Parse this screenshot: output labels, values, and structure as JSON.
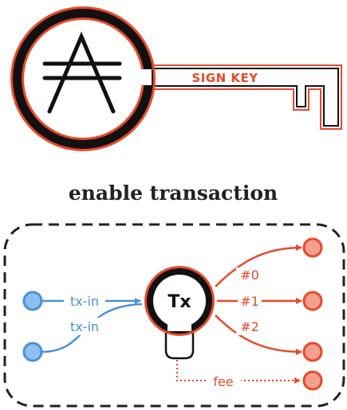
{
  "key": {
    "symbol": "cardano-ada-icon",
    "label": "SIGN KEY"
  },
  "caption": "enable transaction",
  "tx": {
    "label": "Tx",
    "inputs": [
      "tx-in",
      "tx-in"
    ],
    "outputs": [
      "#0",
      "#1",
      "#2"
    ],
    "fee_label": "fee"
  },
  "colors": {
    "accent": "#e8492a",
    "input": "#4a90d9",
    "input_fill": "#8fbef0",
    "output_fill": "#f5a08f",
    "ink": "#111111"
  }
}
